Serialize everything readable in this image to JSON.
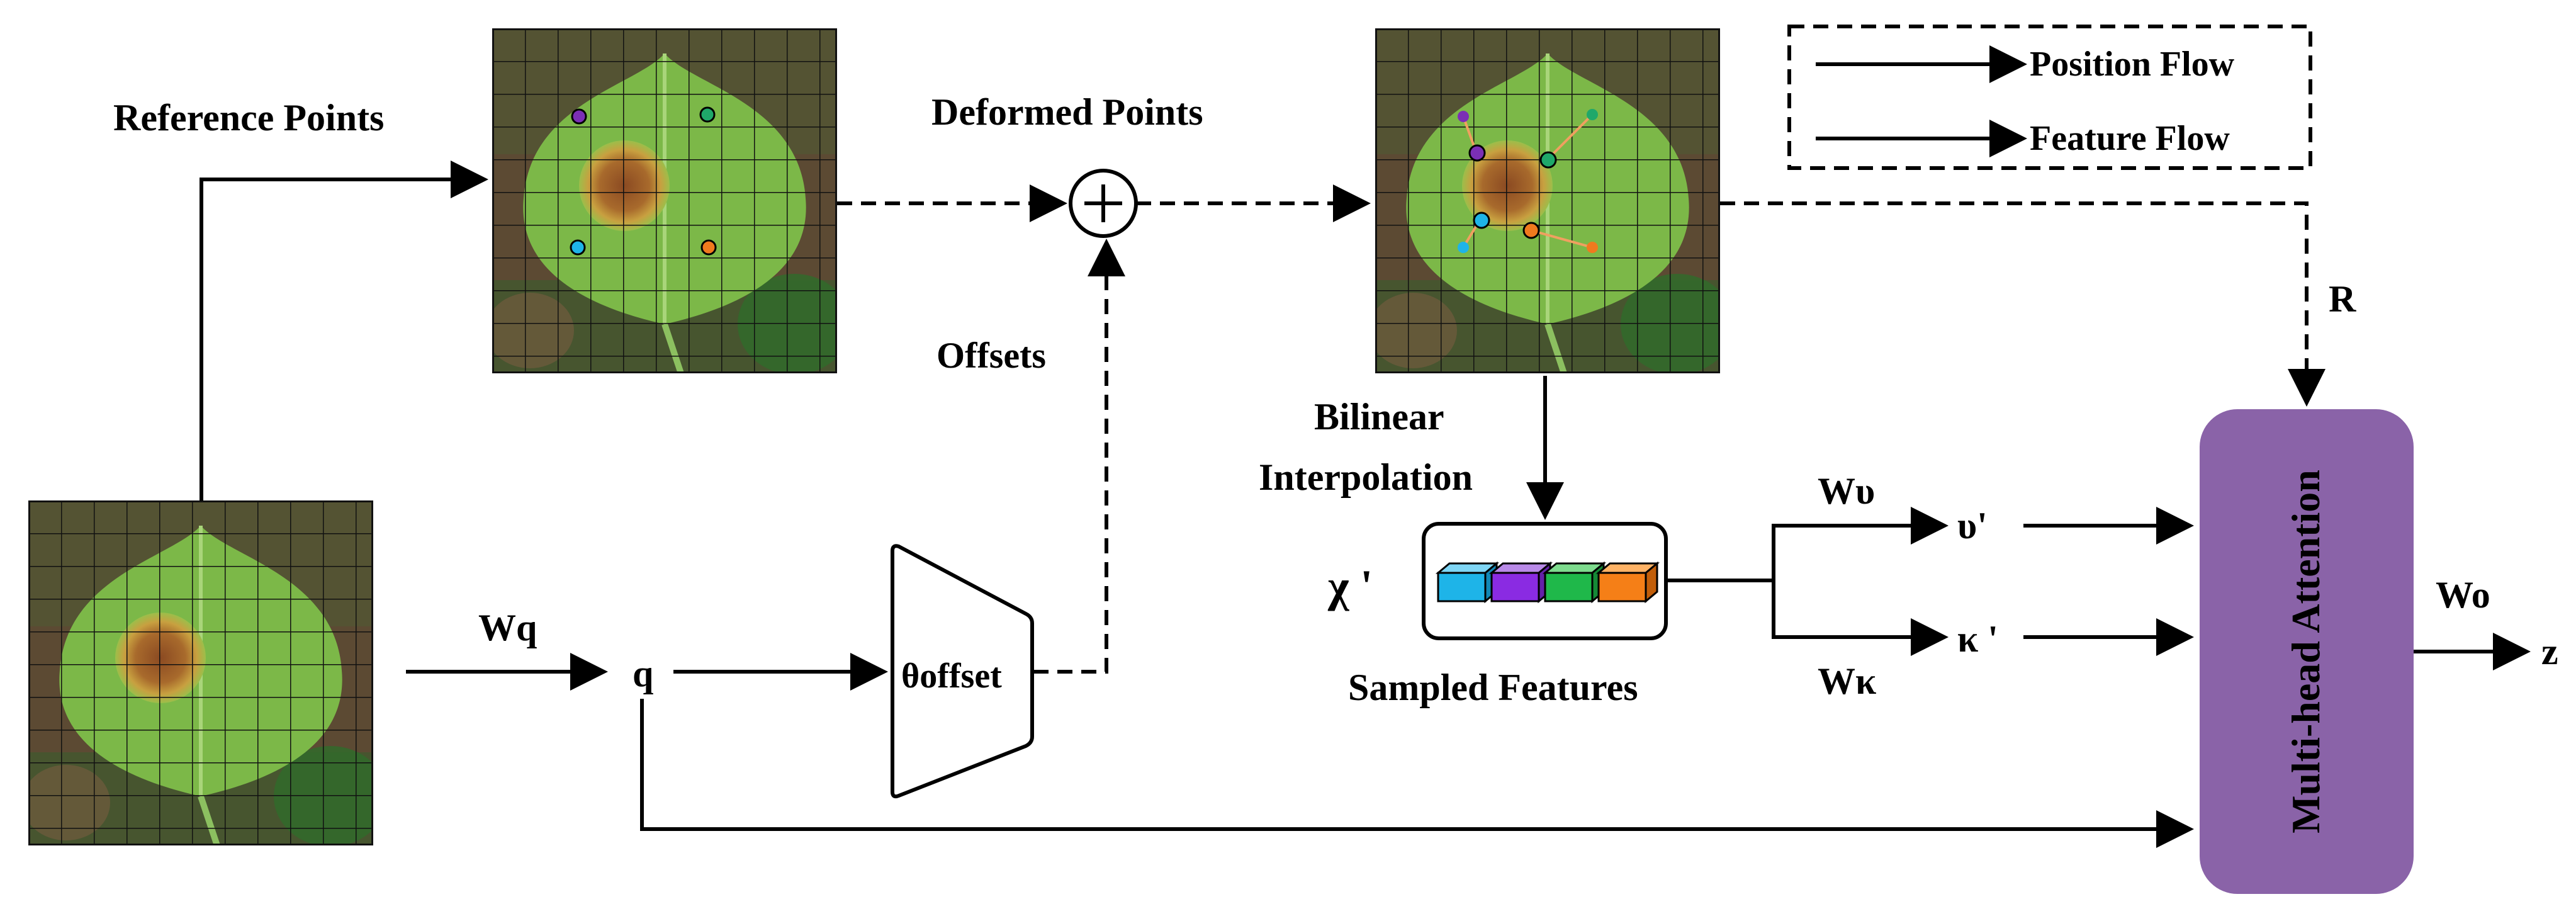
{
  "legend": {
    "position_flow": "Position Flow",
    "feature_flow": "Feature Flow"
  },
  "labels": {
    "reference_points": "Reference Points",
    "deformed_points": "Deformed Points",
    "offsets": "Offsets",
    "bilinear": "Bilinear",
    "interpolation": "Interpolation",
    "sampled_features": "Sampled Features",
    "chi_prime": "χ '",
    "wq": "Wq",
    "q": "q",
    "theta_offset": "θoffset",
    "wv": "Wυ",
    "wk": "Wκ",
    "v_prime": "υ'",
    "k_prime": "κ '",
    "r": "R",
    "multihead_attention": "Multi-head Attention",
    "wo": "Wo",
    "z": "z"
  },
  "colors": {
    "attention_box": "#8A63A8",
    "point_purple": "#7B2FB5",
    "point_teal": "#1FA86A",
    "point_cyan": "#1EB4E8",
    "point_orange": "#F07A1E",
    "block_cyan": "#1EB4E8",
    "block_purple": "#8A2BE2",
    "block_green": "#1FB84A",
    "block_orange": "#F57F17",
    "leaf_green": "#78B845",
    "lesion": "#A0622A"
  },
  "icons": {
    "sum_node": "plus-circle-icon"
  }
}
